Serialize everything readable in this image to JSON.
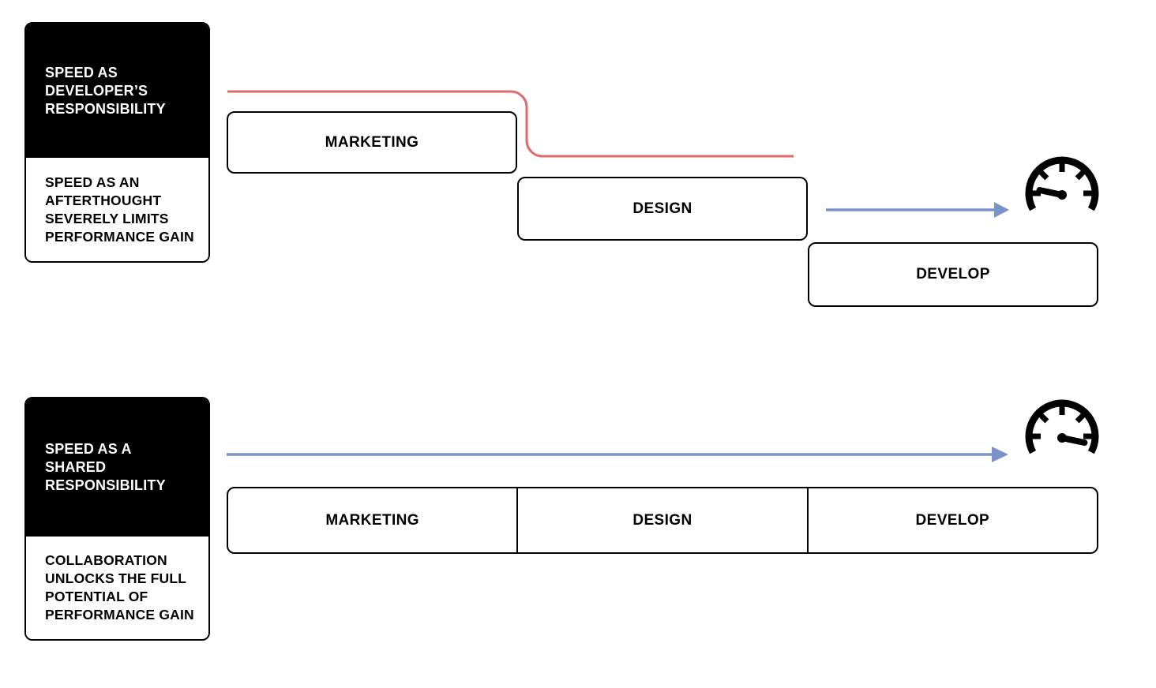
{
  "diagram": {
    "colors": {
      "handoff_line_red": "#e06a6a",
      "speed_arrow_blue": "#7b93cb",
      "box_border_black": "#000000"
    },
    "sections": [
      {
        "card": {
          "title": "SPEED AS\nDEVELOPER’S\nRESPONSIBILITY",
          "body": "SPEED AS AN\nAFTERTHOUGHT\nSEVERELY LIMITS\nPERFORMANCE GAIN"
        },
        "stages": [
          {
            "label": "MARKETING"
          },
          {
            "label": "DESIGN"
          },
          {
            "label": "DEVELOP"
          }
        ],
        "icon": "speedometer-needle-low"
      },
      {
        "card": {
          "title": "SPEED AS A\nSHARED\nRESPONSIBILITY",
          "body": "COLLABORATION\nUNLOCKS THE FULL\nPOTENTIAL OF\nPERFORMANCE GAIN"
        },
        "stages": [
          {
            "label": "MARKETING"
          },
          {
            "label": "DESIGN"
          },
          {
            "label": "DEVELOP"
          }
        ],
        "icon": "speedometer-needle-high"
      }
    ]
  }
}
